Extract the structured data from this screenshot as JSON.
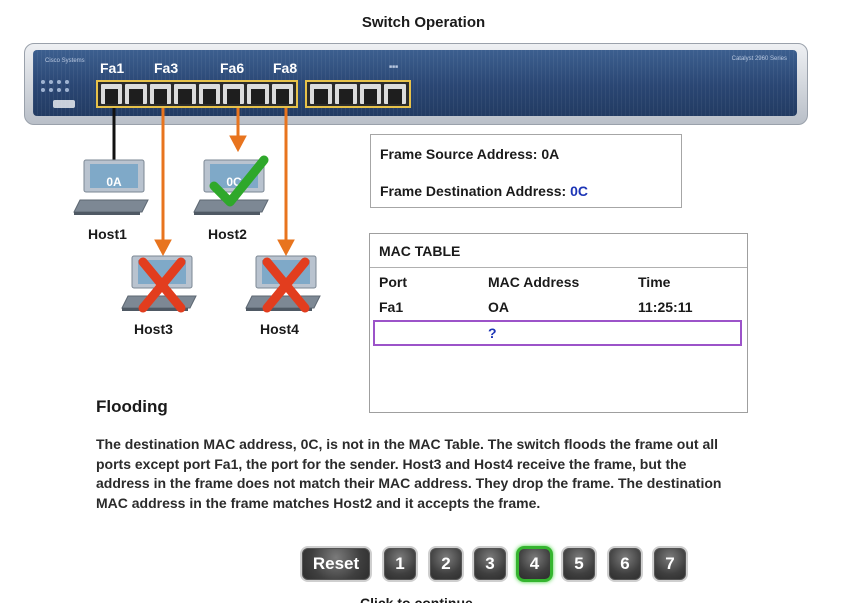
{
  "title": "Switch Operation",
  "switch": {
    "brand_text": "Cisco Systems",
    "model_text": "Catalyst 2960 Series",
    "port_labels": [
      "Fa1",
      "Fa3",
      "Fa6",
      "Fa8"
    ]
  },
  "frame_info": {
    "source_label": "Frame Source Address:",
    "source_value": "0A",
    "dest_label": "Frame Destination Address:",
    "dest_value": "0C"
  },
  "mac_table": {
    "title": "MAC TABLE",
    "headers": [
      "Port",
      "MAC Address",
      "Time"
    ],
    "rows": [
      {
        "port": "Fa1",
        "mac": "OA",
        "time": "11:25:11"
      },
      {
        "port": "",
        "mac": "?",
        "time": ""
      }
    ]
  },
  "hosts": [
    {
      "name": "Host1",
      "screen_label": "0A",
      "status": "sender"
    },
    {
      "name": "Host2",
      "screen_label": "0C",
      "status": "accepted"
    },
    {
      "name": "Host3",
      "screen_label": "",
      "status": "dropped"
    },
    {
      "name": "Host4",
      "screen_label": "",
      "status": "dropped"
    }
  ],
  "section_heading": "Flooding",
  "description": "The destination MAC address, 0C, is not in the MAC Table. The switch floods the frame out all ports except port Fa1, the port for the sender. Host3 and Host4 receive the frame, but the address in the frame does not match their MAC address. They drop the frame. The destination MAC address in the frame matches Host2 and it accepts the frame.",
  "navigation": {
    "reset_label": "Reset",
    "steps": [
      "1",
      "2",
      "3",
      "4",
      "5",
      "6",
      "7"
    ],
    "active_step": "4",
    "bottom_text": "Click to continue"
  },
  "colors": {
    "flood_arrow": "#e8741e",
    "sender_link": "#111111",
    "check": "#2fa82b",
    "drop_x": "#e23d1e",
    "active_step_border": "#35b52f",
    "highlight_row": "#9c53c9",
    "dest_value": "#1d35b6"
  },
  "icons": [
    "computer-icon",
    "checkmark-icon",
    "x-icon",
    "arrow-down-icon"
  ]
}
